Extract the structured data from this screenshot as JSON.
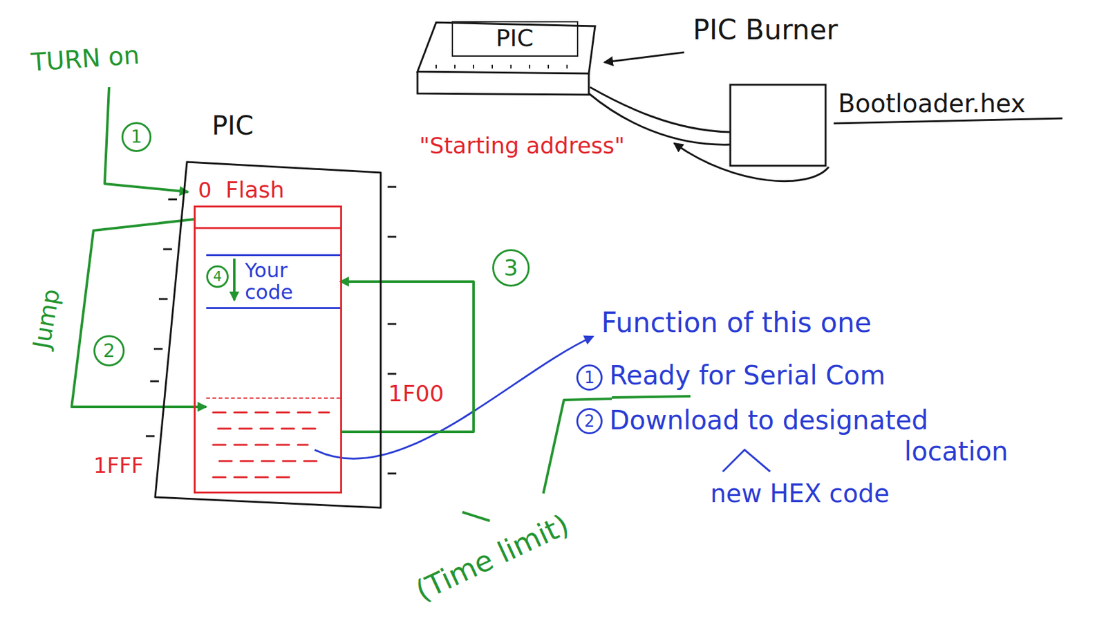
{
  "diagram": {
    "nodes": [
      {
        "text": [
          "PIC"
        ]
      },
      {
        "text": [
          "PIC"
        ]
      },
      {
        "text": [
          "Flash"
        ],
        "in": 1
      },
      {
        "text": [
          "Your code"
        ],
        "in": 2
      },
      {
        "text": [
          "1F00"
        ],
        "in": 2
      }
    ],
    "edges": [
      {
        "from": 2,
        "to": 4,
        "arrow": "to",
        "label": "Jump"
      },
      {
        "from": 4,
        "to": 3,
        "arrow": "to"
      }
    ],
    "labels": [
      "TURN on",
      "1",
      "0",
      "2",
      "3",
      "4",
      "1FFF",
      "PIC Burner",
      "Bootloader.hex",
      "\"Starting address\"",
      "Function of this one",
      "1",
      "Ready for Serial Com",
      "2",
      "Download to designated location",
      "new HEX code",
      "(Time limit)"
    ]
  }
}
